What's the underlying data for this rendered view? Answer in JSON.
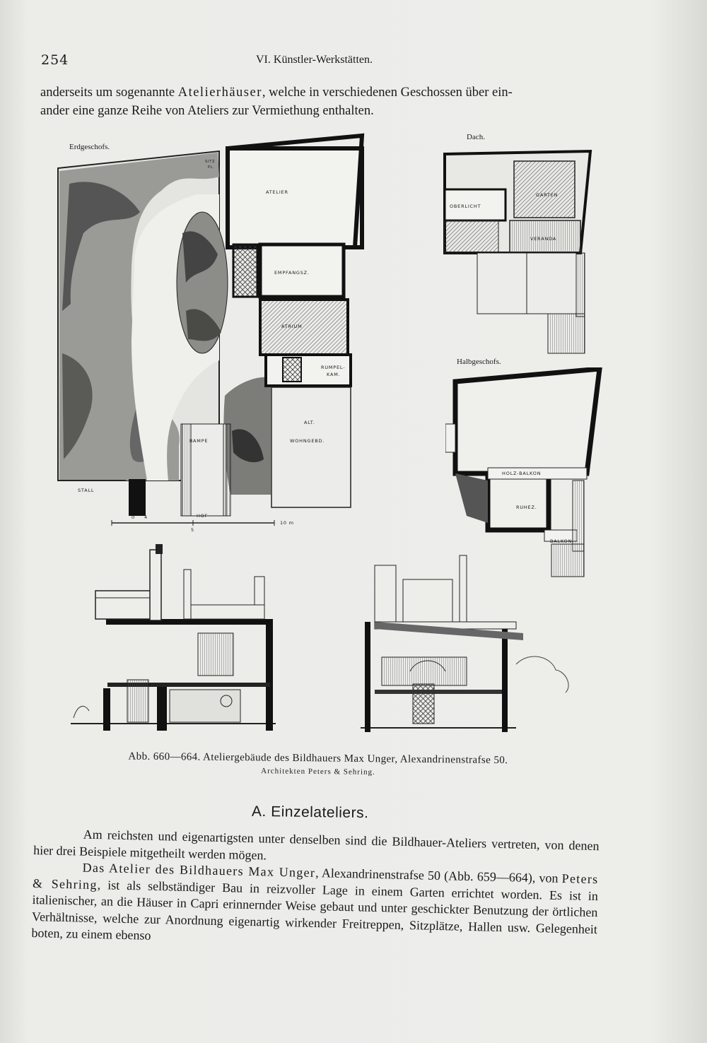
{
  "header": {
    "page_number": "254",
    "running_title": "VI. Künstler-Werkstätten."
  },
  "intro": {
    "line1_pre": "anderseits um sogenannte ",
    "line1_spaced": "Atelierhäuser",
    "line1_post": ", welche in verschiedenen Geschossen über ein-",
    "line2": "ander eine ganze Reihe von Ateliers zur Vermiethung enthalten."
  },
  "figure": {
    "plan_labels": {
      "erdgeschoss": "Erdgeschofs.",
      "dach": "Dach.",
      "halbgeschoss": "Halbgeschofs."
    },
    "rooms": {
      "atelier": "ATELIER",
      "empfang": "EMPFANGSZ.",
      "atrium": "ATRIUM",
      "rumpel1": "RUMPEL-",
      "rumpel2": "KAM.",
      "alt1": "ALT.",
      "alt2": "WOHNGEBD.",
      "rampe": "RAMPE",
      "stall": "STALL",
      "hof": "HOF",
      "sitz1": "SITZ",
      "sitz2": "PL.",
      "oberlicht": "OBERLICHT",
      "garten": "GARTEN",
      "veranda": "VERANDA",
      "holzbalkon": "HOLZ-BALKON",
      "ruhez": "RUHEZ.",
      "balkon": "BALKON"
    },
    "scale": {
      "zero": "0",
      "four": "4",
      "five": "5",
      "ten": "10 m"
    }
  },
  "caption": {
    "main": "Abb. 660—664.  Ateliergebäude des Bildhauers Max Unger, Alexandrinenstrafse 50.",
    "sub": "Architekten Peters & Sehring."
  },
  "section": {
    "heading": "A.  Einzelateliers."
  },
  "body": {
    "p1": "Am reichsten und eigenartigsten unter denselben sind die Bildhauer-Ateliers vertreten, von denen hier drei Beispiele mitgetheilt werden mögen.",
    "p2_spaced1": "Das Atelier des Bildhauers Max Unger",
    "p2_a": ", Alexandrinenstrafse 50 (Abb. 659—664), von ",
    "p2_spaced2": "Peters & Sehring",
    "p2_b": ", ist als selbständiger Bau in reizvoller Lage in einem Garten errichtet worden. Es ist in italienischer, an die Häuser in Capri erinnernder Weise gebaut und unter geschickter Benutzung der örtlichen Verhältnisse, welche zur Anordnung eigenartig wirkender Freitreppen, Sitzplätze, Hallen usw. Gelegenheit boten, zu einem ebenso"
  }
}
